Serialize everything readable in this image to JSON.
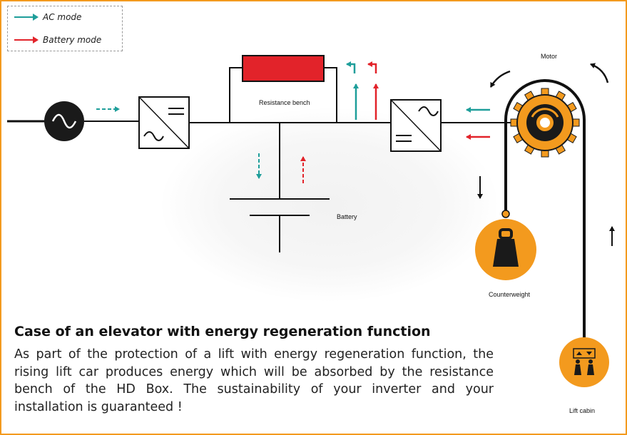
{
  "legend": {
    "ac_mode": "AC mode",
    "battery_mode": "Battery mode"
  },
  "labels": {
    "resistance_bench": "Resistance bench",
    "battery": "Battery",
    "motor": "Motor",
    "counterweight": "Counterweight",
    "lift_cabin": "Lift cabin"
  },
  "text": {
    "title": "Case of an elevator with energy regeneration function",
    "body": "As part of the protection of a lift with energy regeneration function, the rising lift car produces energy which will be absorbed by the resistance bench of the HD Box. The sustainability of your inverter and your installation is guaranteed !"
  },
  "colors": {
    "ac_arrow": "#1e9e9a",
    "battery_arrow": "#e2232a",
    "orange": "#f39a1e",
    "resistor": "#e2232a",
    "frame": "#f39a1e"
  },
  "icons": {
    "ac_source": "sine-wave-icon",
    "rectifier": "ac-dc-converter-icon",
    "inverter": "dc-ac-converter-icon",
    "motor": "gear-icon",
    "counterweight": "weight-icon",
    "lift_cabin": "elevator-icon"
  }
}
